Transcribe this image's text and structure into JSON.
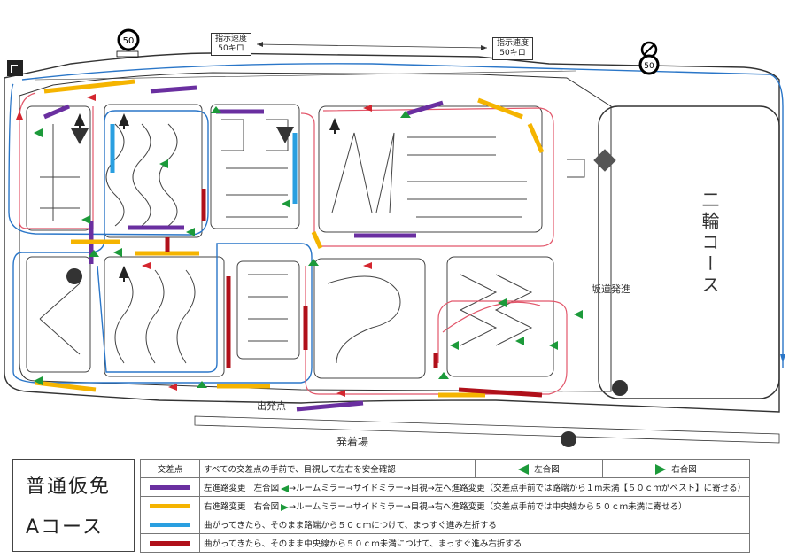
{
  "colors": {
    "purple": "#6a2fa0",
    "yellow": "#f5b400",
    "blue": "#2a9fe0",
    "red": "#b0101a",
    "green": "#1c9a3a",
    "pink_route": "#e2566a",
    "blue_route": "#2a76c8"
  },
  "signs": {
    "speed_50": "50",
    "speed_50_right": "50",
    "instructed_speed_1": "指示速度",
    "instructed_speed_1b": "50キロ",
    "instructed_speed_2": "指示速度",
    "instructed_speed_2b": "50キロ"
  },
  "map": {
    "motorcycle_course": "二輪コース",
    "slope_start": "坂道発進",
    "exit_point": "出発点",
    "departure_area": "発着場"
  },
  "title": {
    "line1": "普通仮免",
    "line2": "Aコース"
  },
  "legend": {
    "intersection_header": "交差点",
    "intersection_text": "すべての交差点の手前で、目視して左右を安全確認",
    "left_signal": "左合図",
    "right_signal": "右合図",
    "left_lane_label": "左進路変更",
    "left_lane_signal": "左合図",
    "left_lane_text": "→ルームミラー→サイドミラー→目視→左へ進路変更（交差点手前では路端から１m未満【５０ｃｍがベスト】に寄せる）",
    "right_lane_label": "右進路変更",
    "right_lane_signal": "右合図",
    "right_lane_text": "→ルームミラー→サイドミラー→目視→右へ進路変更（交差点手前では中央線から５０ｃｍ未満に寄せる）",
    "blue_text": "曲がってきたら、そのまま路端から５０ｃｍにつけて、まっすぐ進み左折する",
    "red_text": "曲がってきたら、そのまま中央線から５０ｃｍ未満につけて、まっすぐ進み右折する"
  }
}
